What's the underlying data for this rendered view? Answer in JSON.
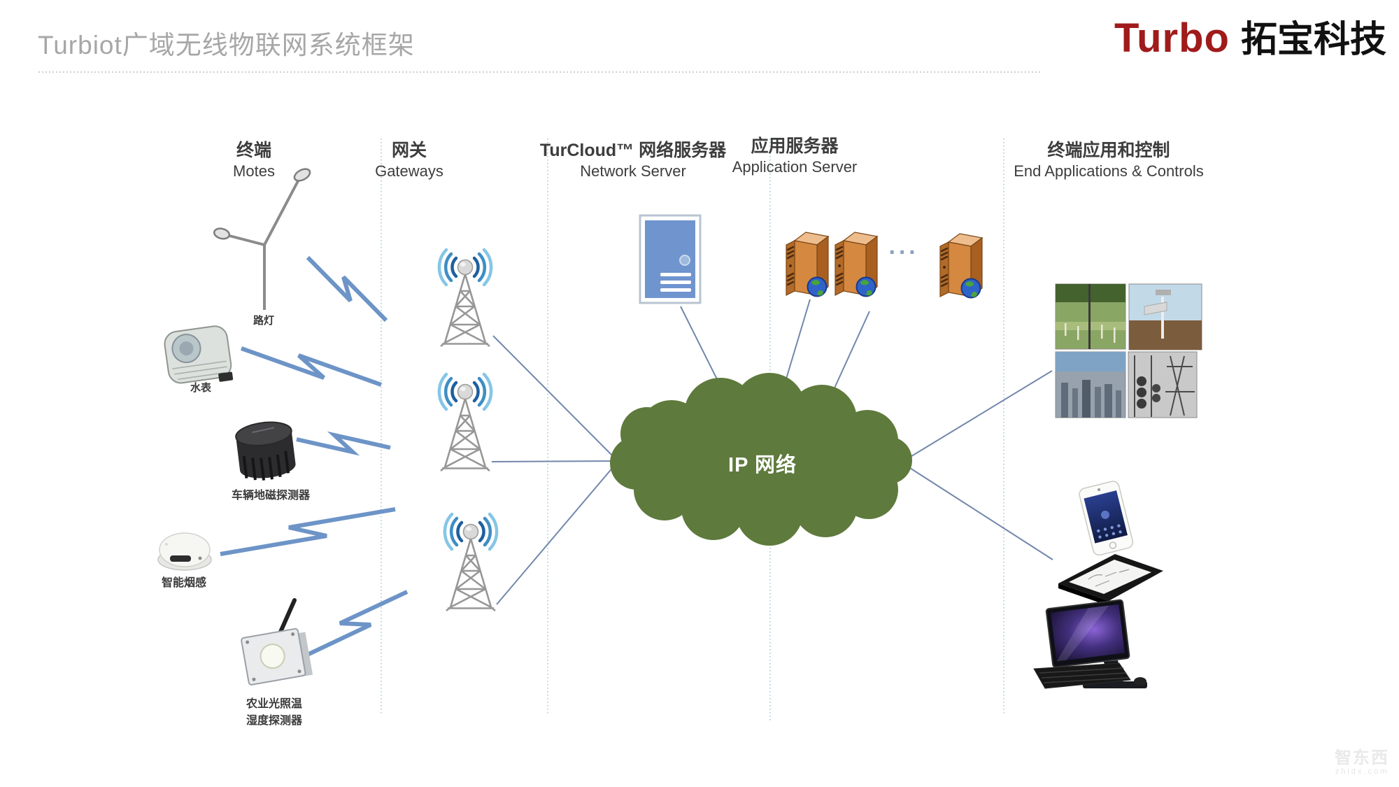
{
  "header": {
    "title": "Turbiot广域无线物联网系统框架",
    "logo_en": "Turbo",
    "logo_cn": "拓宝科技"
  },
  "columns": [
    {
      "cn": "终端",
      "en": "Motes"
    },
    {
      "cn": "网关",
      "en": "Gateways"
    },
    {
      "cn": "TurCloud™ 网络服务器",
      "en": "Network Server"
    },
    {
      "cn": "应用服务器",
      "en": "Application Server"
    },
    {
      "cn": "终端应用和控制",
      "en": "End Applications & Controls"
    }
  ],
  "motes": [
    {
      "label": "路灯"
    },
    {
      "label": "水表"
    },
    {
      "label": "车辆地磁探测器"
    },
    {
      "label": "智能烟感"
    },
    {
      "label": "农业光照温",
      "label2": "湿度探测器"
    }
  ],
  "cloud": {
    "label": "IP 网络",
    "color": "#5e7a3c"
  },
  "app_servers": {
    "ellipsis": "···"
  },
  "watermark": {
    "brand": "智东西",
    "domain": "zhidx.com"
  },
  "colors": {
    "accent_red": "#a01b1b",
    "cloud_green": "#5e7a3c",
    "lightning_blue": "#6d94c7",
    "connector_blue": "#7287ac",
    "divider_blue": "#a4c9d6",
    "title_gray": "#a7a7a7"
  }
}
